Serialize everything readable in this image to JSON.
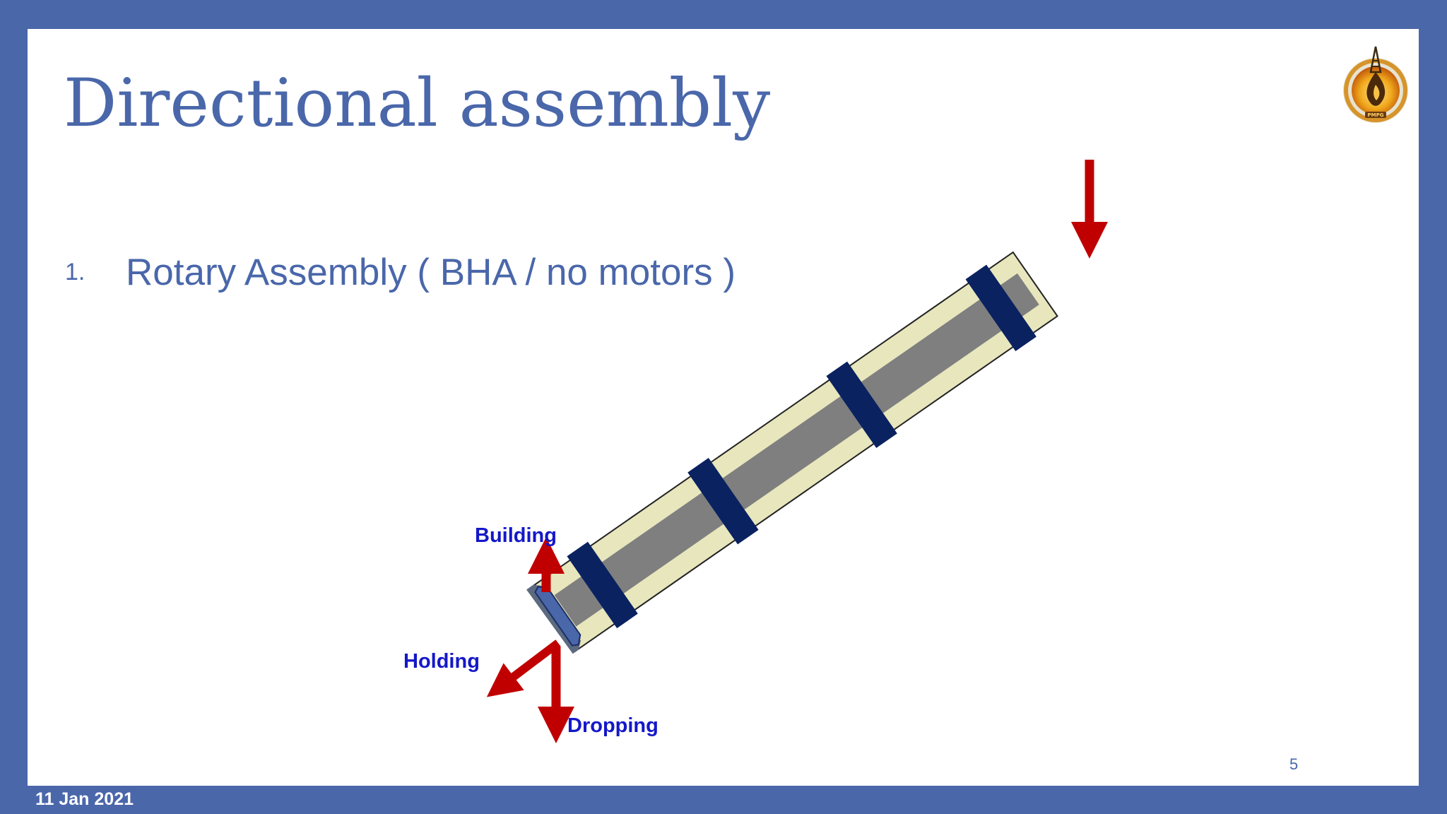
{
  "slide": {
    "title": "Directional assembly",
    "bullet": {
      "number": "1.",
      "text": "Rotary Assembly ( BHA / no motors )"
    },
    "page_number": "5",
    "footer_date": "11 Jan 2021"
  },
  "diagram": {
    "labels": {
      "building": "Building",
      "holding": "Holding",
      "dropping": "Dropping"
    }
  },
  "logo": {
    "text": "PMPG"
  },
  "colors": {
    "frame": "#4a67aa",
    "collar": "#e8e6bd",
    "core": "#7f7f7f",
    "stabilizer": "#0a2260",
    "bit": "#4a67aa",
    "arrow": "#c00000",
    "label": "#1418c8"
  }
}
